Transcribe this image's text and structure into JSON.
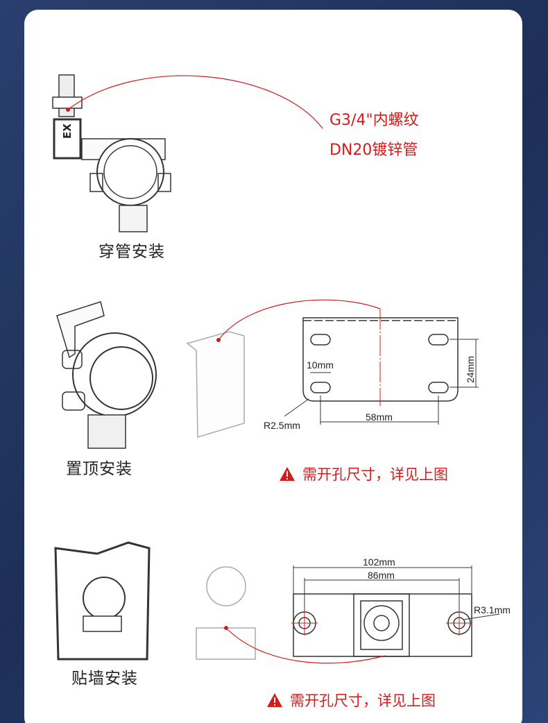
{
  "pipe_install": {
    "label": "穿管安装",
    "spec_thread": "G3/4\"内螺纹",
    "spec_pipe": "DN20镀锌管",
    "ex_mark": "EX"
  },
  "top_install": {
    "label": "置顶安装",
    "dims": {
      "slot_width": "10mm",
      "slot_spacing_v": "24mm",
      "slot_spacing_h": "58mm",
      "corner_radius": "R2.5mm"
    },
    "note": "需开孔尺寸，详见上图"
  },
  "wall_install": {
    "label": "贴墙安装",
    "dims": {
      "overall_width": "102mm",
      "hole_spacing": "86mm",
      "hole_radius": "R3.1mm"
    },
    "note": "需开孔尺寸，详见上图"
  },
  "colors": {
    "accent": "#d61a1a",
    "background": "#1d2f58"
  }
}
